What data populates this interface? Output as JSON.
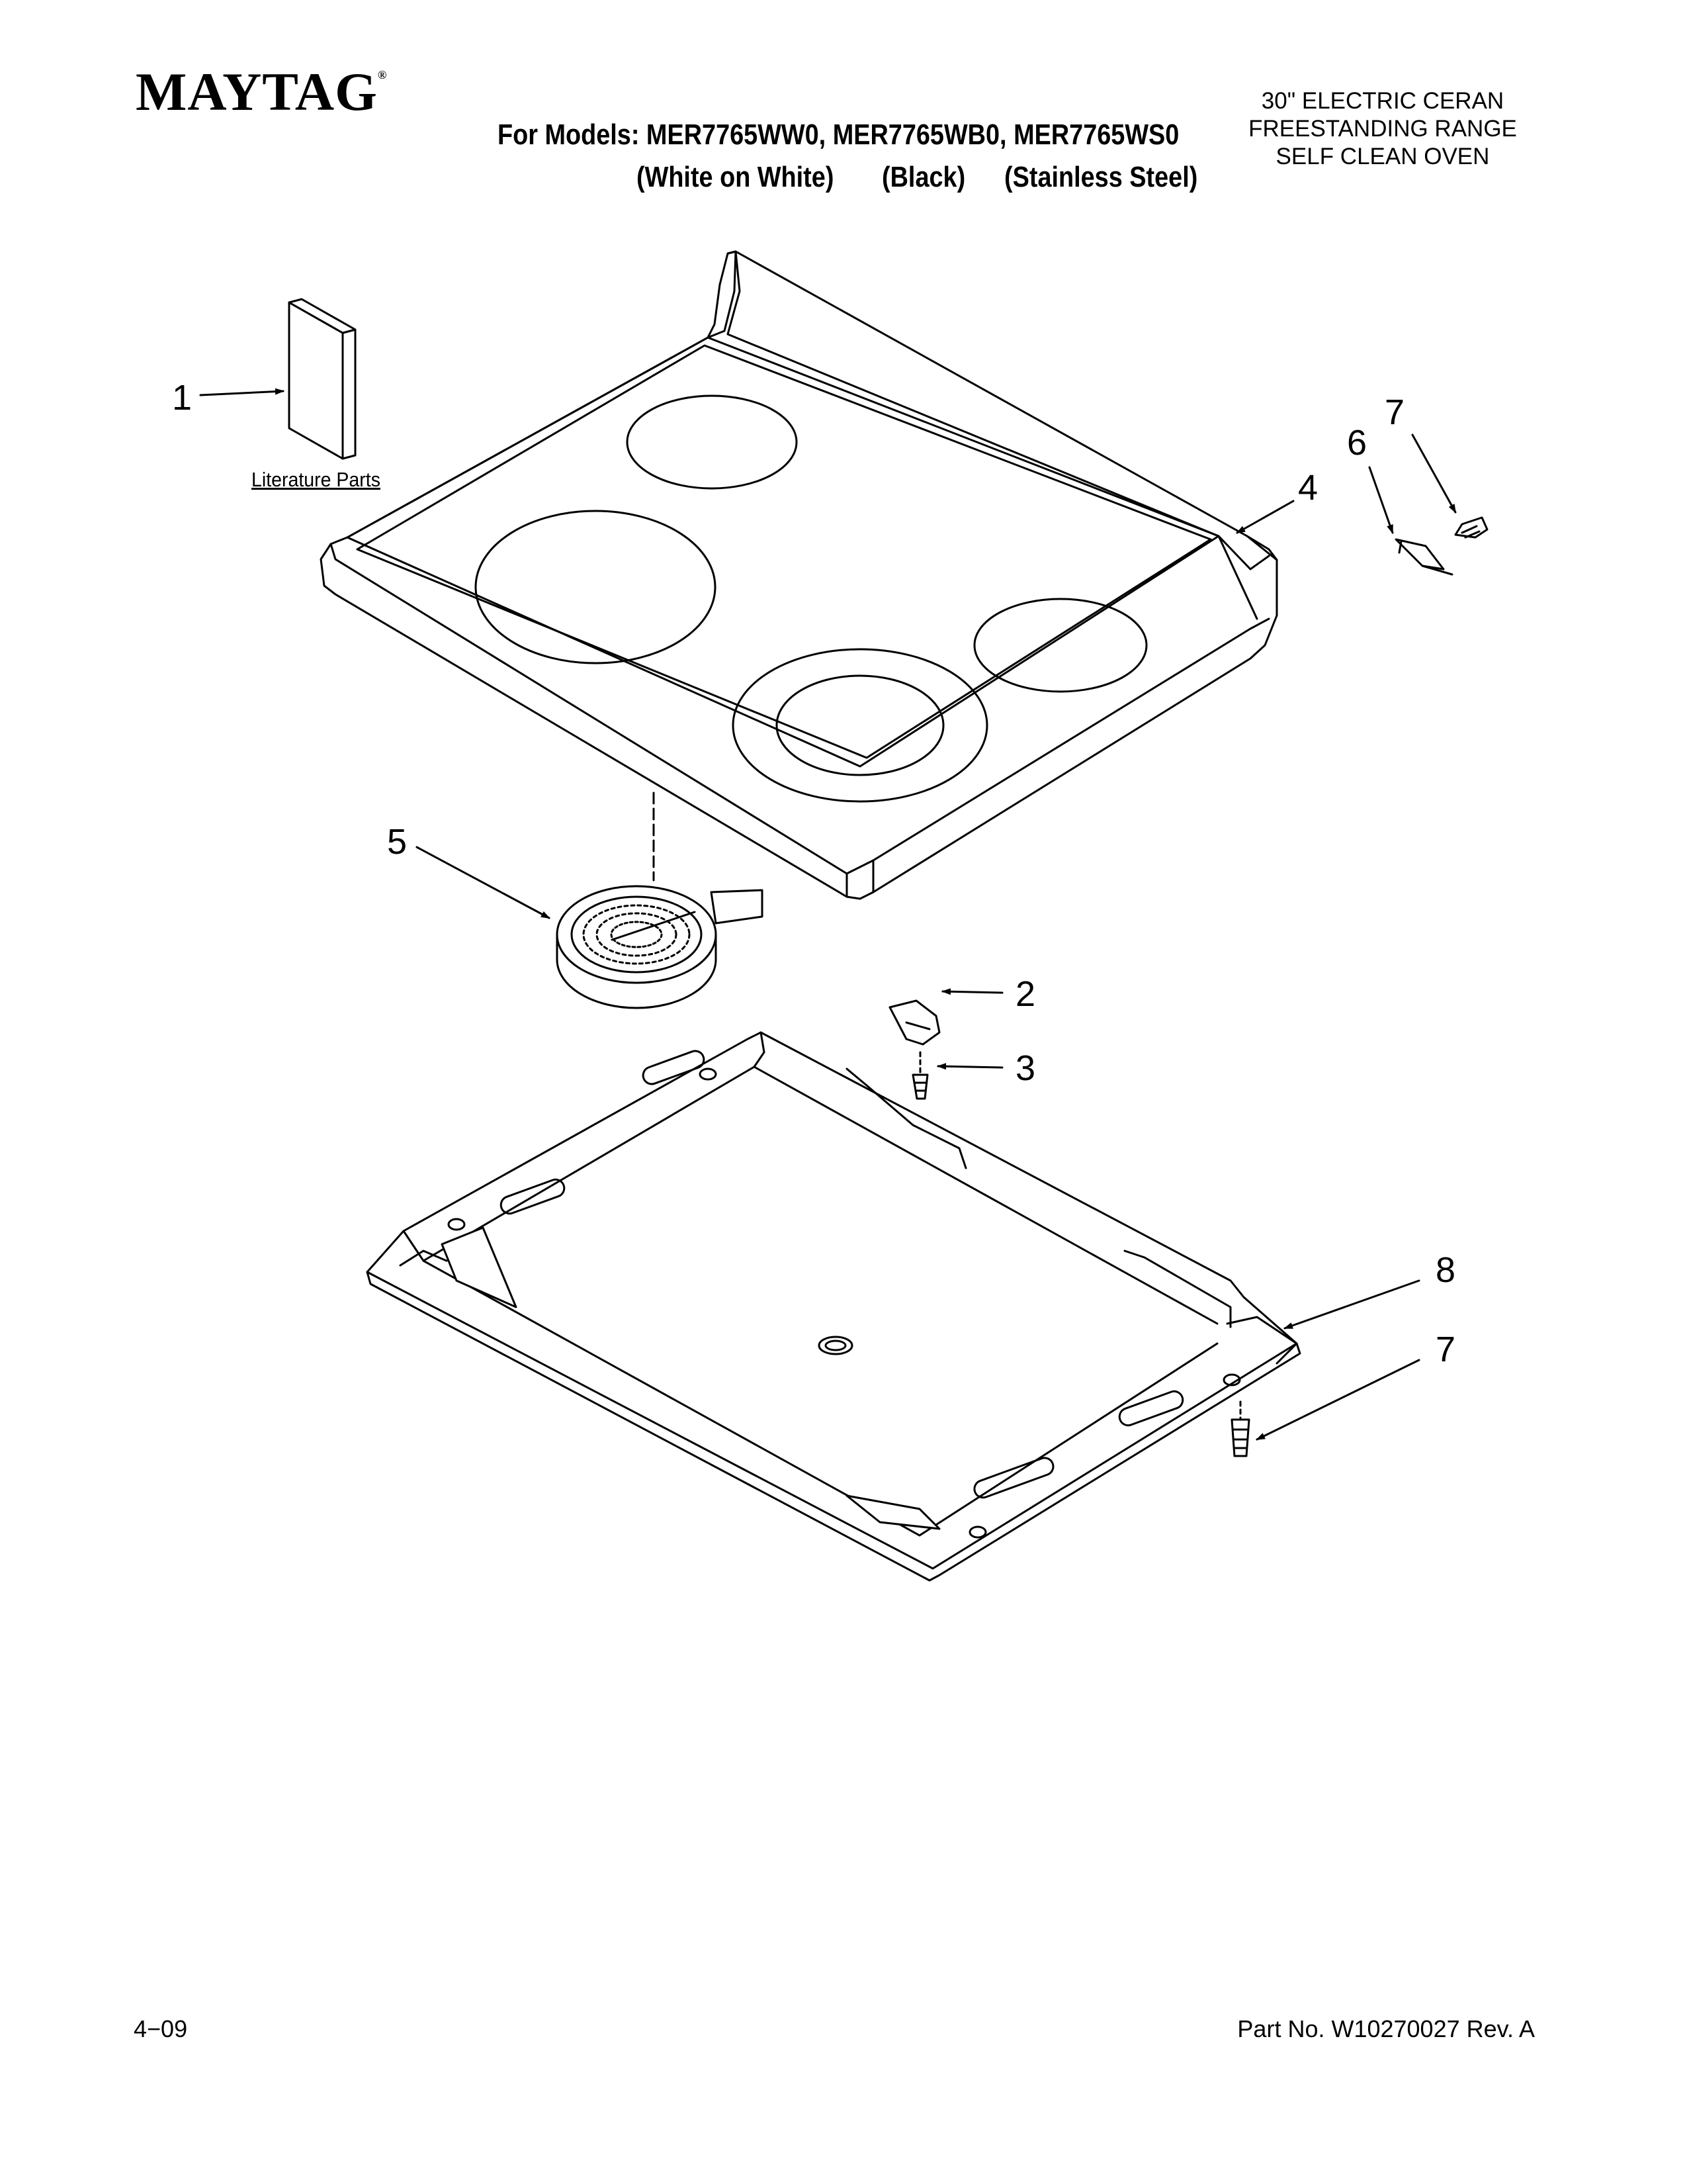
{
  "header": {
    "brand": "MAYTAG",
    "brand_mark": "®",
    "models_line": "For Models: MER7765WW0, MER7765WB0, MER7765WS0",
    "variants": [
      "(White on White)",
      "(Black)",
      "(Stainless Steel)"
    ],
    "product_type": [
      "30\" ELECTRIC CERAN",
      "FREESTANDING RANGE",
      "SELF CLEAN OVEN"
    ]
  },
  "diagram": {
    "literature_label": "Literature Parts",
    "callouts": {
      "c1": "1",
      "c2": "2",
      "c3": "3",
      "c4": "4",
      "c5": "5",
      "c6": "6",
      "c7a": "7",
      "c7b": "7",
      "c8": "8"
    }
  },
  "footer": {
    "date": "4−09",
    "part_no": "Part No. W10270027 Rev. A"
  }
}
